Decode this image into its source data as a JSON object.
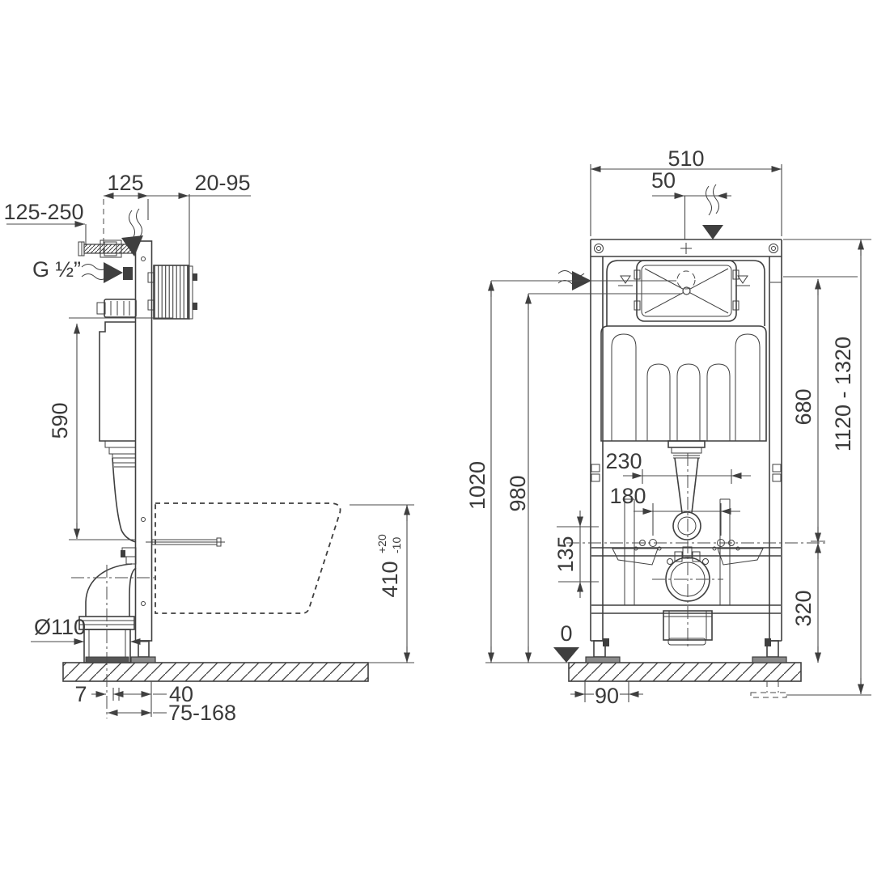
{
  "drawing": {
    "side": {
      "d125": "125",
      "d20_95": "20-95",
      "d125_250": "125-250",
      "thread": "G ½”",
      "d590": "590",
      "d110": "Ø110",
      "d410": "410",
      "d410_plus": "+20",
      "d410_minus": "-10",
      "d7": "7",
      "d40": "40",
      "d75_168": "75-168"
    },
    "front": {
      "d510": "510",
      "d50": "50",
      "d1020": "1020",
      "d980": "980",
      "d680": "680",
      "d1120_1320": "1120 - 1320",
      "d230": "230",
      "d180": "180",
      "d135": "135",
      "d320": "320",
      "d0": "0",
      "d90": "90"
    },
    "colors": {
      "line": "#3f3f3f",
      "dim_line": "#4a4a4a",
      "text": "#3a3a3a",
      "background": "#ffffff"
    }
  }
}
